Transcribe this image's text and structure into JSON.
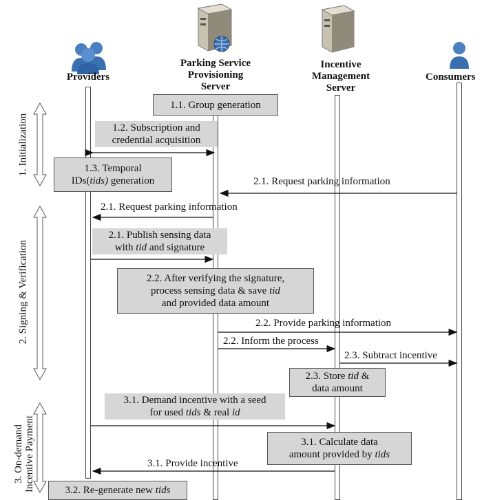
{
  "actors": {
    "providers": "Providers",
    "psps": [
      "Parking Service",
      "Provisioning",
      "Server"
    ],
    "ims": [
      "Incentive",
      "Management",
      "Server"
    ],
    "consumers": "Consumers"
  },
  "phases": {
    "p1": "1. Initialization",
    "p2": "2. Signing & Verification",
    "p3a": "3. On-demand",
    "p3b": "Incentive Payment"
  },
  "steps": {
    "s1_1": "1.1. Group generation",
    "s1_2a": "1.2. Subscription and",
    "s1_2b": "credential acquisition",
    "s1_3a": "1.3. Temporal",
    "s1_3b_pre": "IDs(",
    "s1_3b_it": "tids)",
    "s1_3b_post": " generation",
    "s2_1_consumer": "2.1. Request parking information",
    "s2_1_provider": "2.1. Request parking information",
    "s2_1_pub_a": "2.1. Publish sensing data",
    "s2_1_pub_b_pre": "with ",
    "s2_1_pub_b_it": "tid",
    "s2_1_pub_b_post": " and signature",
    "s2_2_a": "2.2. After verifying the signature,",
    "s2_2_b_pre": "process sensing data & save ",
    "s2_2_b_it": "tid",
    "s2_2_c": "and provided data amount",
    "s2_2_provide": "2.2. Provide parking information",
    "s2_2_inform": "2.2. Inform the process",
    "s2_3_subtract": "2.3. Subtract incentive",
    "s2_3_store_a_pre": "2.3. Store ",
    "s2_3_store_a_it": "tid",
    "s2_3_store_a_post": " &",
    "s2_3_store_b": "data amount",
    "s3_1_demand_a": "3.1. Demand incentive with a seed",
    "s3_1_demand_b_pre": "for used ",
    "s3_1_demand_b_it": "tids",
    "s3_1_demand_b_mid": " & real ",
    "s3_1_demand_b_it2": "id",
    "s3_1_calc_a": "3.1. Calculate data",
    "s3_1_calc_b_pre": "amount provided by ",
    "s3_1_calc_b_it": "tids",
    "s3_1_provide": "3.1. Provide incentive",
    "s3_2_pre": "3.2. Re-generate new ",
    "s3_2_it": "tids"
  },
  "icons": {
    "providers": "people-group-icon",
    "psps": "server-globe-icon",
    "ims": "server-icon",
    "consumers": "person-icon"
  },
  "colors": {
    "box_fill": "#d6d6d6",
    "person_blue": "#3a6fb0"
  }
}
